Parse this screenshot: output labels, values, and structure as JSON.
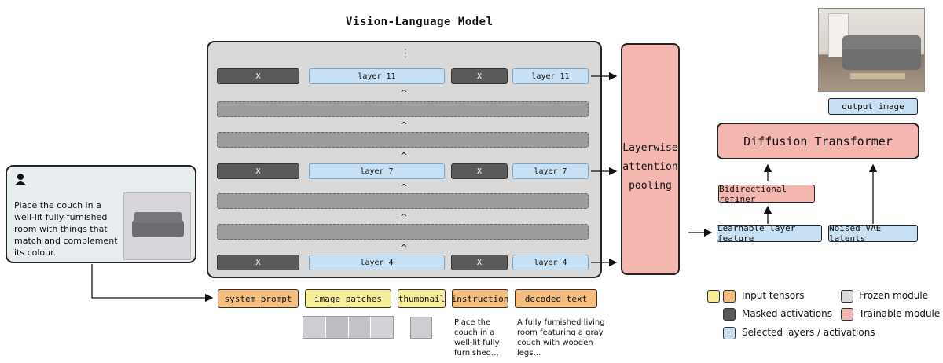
{
  "title": "Vision-Language Model",
  "vlm_rows": {
    "masked_label": "X",
    "layer11": "layer 11",
    "layer7": "layer 7",
    "layer4": "layer 4",
    "ellipsis": "⋮"
  },
  "pooling": {
    "line1": "Layerwise",
    "line2": "attention",
    "line3": "pooling"
  },
  "output_label": "output image",
  "dit_label": "Diffusion Transformer",
  "refiner_label": "Bidirectional refiner",
  "learnable_label": "Learnable layer feature",
  "noised_label": "Noised VAE latents",
  "user": {
    "text": "Place the couch in a well-lit fully furnished room with things that match and complement its colour."
  },
  "inputs": {
    "system_prompt": "system prompt",
    "image_patches": "image patches",
    "thumbnail": "thumbnail",
    "instruction": "instruction",
    "decoded_text": "decoded text"
  },
  "instruction_text": "Place the couch in a well-lit fully furnished…",
  "decoded_text_sample": "A fully furnished living room featuring a gray couch with wooden legs…",
  "legend": {
    "input": "Input tensors",
    "masked": "Masked activations",
    "selected": "Selected layers / activations",
    "frozen": "Frozen module",
    "trainable": "Trainable module"
  },
  "colors": {
    "orange": "#f5bd7e",
    "yellow": "#f7ee9a",
    "blue": "#c7e0f4",
    "pink": "#f4b7af",
    "masked": "#5a5a5a",
    "frozen": "#d9d9d9"
  }
}
